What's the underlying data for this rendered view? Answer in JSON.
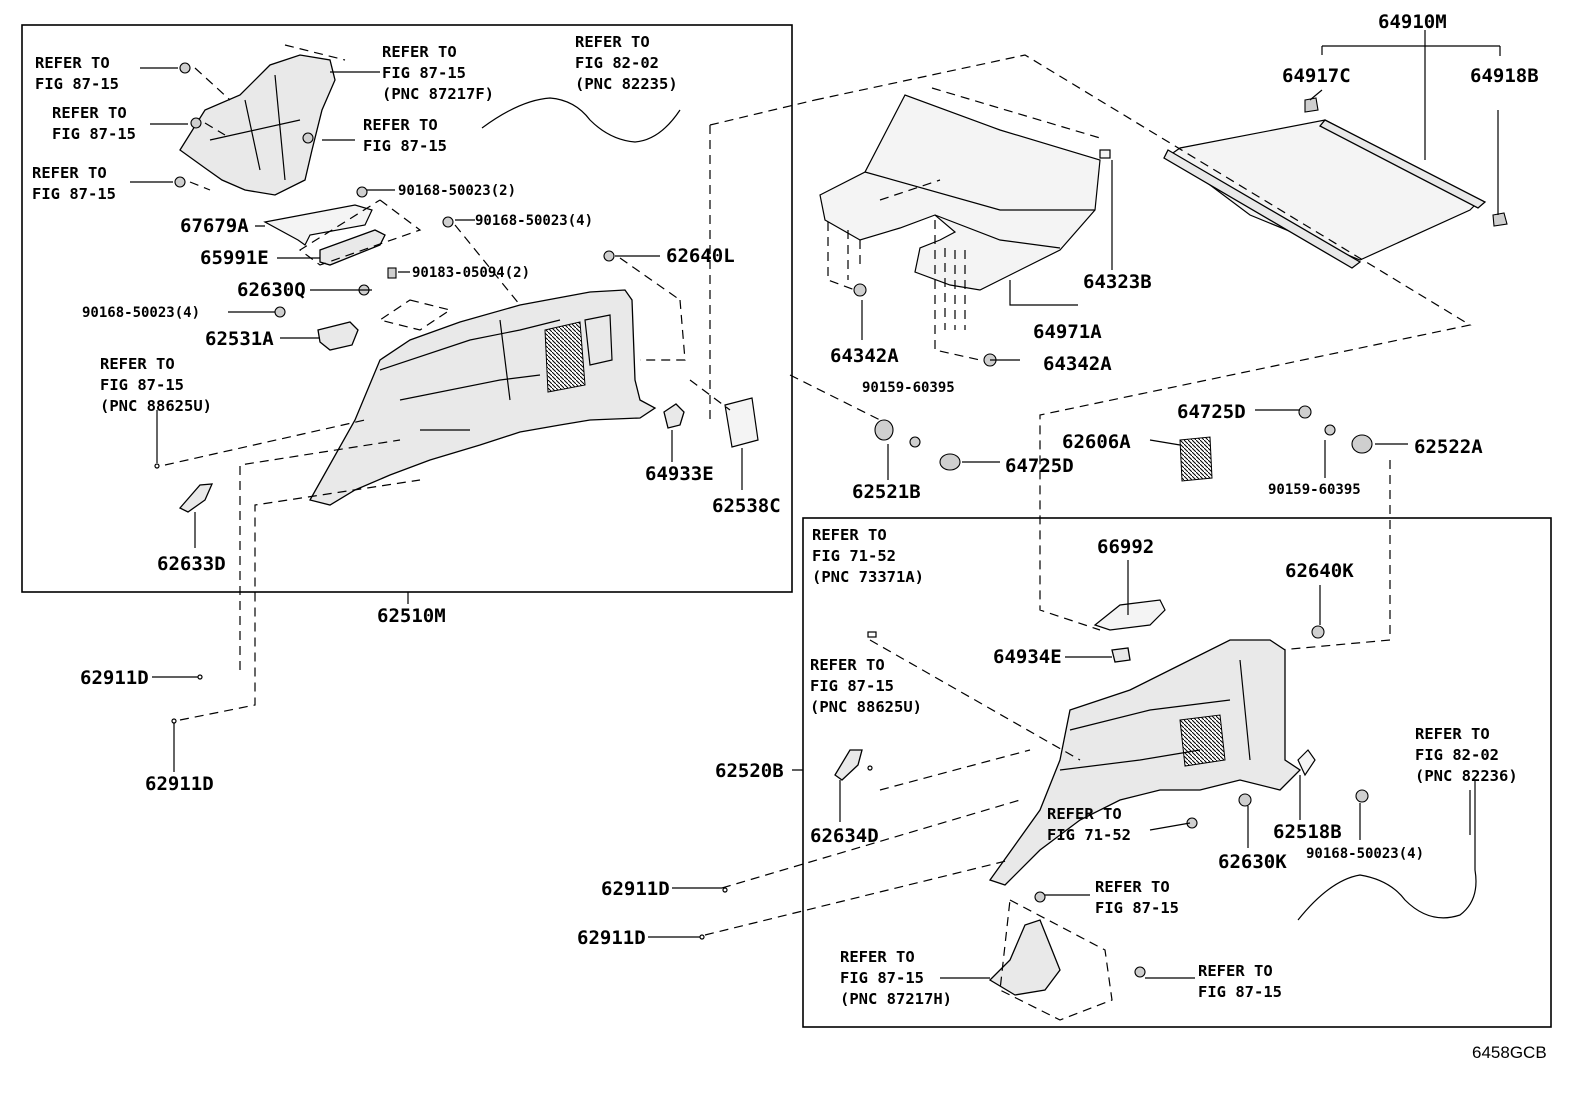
{
  "figure_code": "6458GCB",
  "part_numbers": {
    "p64910M": "64910M",
    "p64917C": "64917C",
    "p64918B": "64918B",
    "p64323B": "64323B",
    "p64971A": "64971A",
    "p64342A_1": "64342A",
    "p64342A_2": "64342A",
    "p90159_60395_1": "90159-60395",
    "p90159_60395_2": "90159-60395",
    "p62521B": "62521B",
    "p64725D_1": "64725D",
    "p64725D_2": "64725D",
    "p62606A": "62606A",
    "p62522A": "62522A",
    "p67679A": "67679A",
    "p65991E": "65991E",
    "p62630Q": "62630Q",
    "p90168_50023_2": "90168-50023(2)",
    "p90168_50023_4a": "90168-50023(4)",
    "p90168_50023_4b": "90168-50023(4)",
    "p90168_50023_4c": "90168-50023(4)",
    "p90183_05094": "90183-05094(2)",
    "p62640L": "62640L",
    "p62531A": "62531A",
    "p64933E": "64933E",
    "p62538C": "62538C",
    "p62633D": "62633D",
    "p62510M": "62510M",
    "p62911D_1": "62911D",
    "p62911D_2": "62911D",
    "p62911D_3": "62911D",
    "p62911D_4": "62911D",
    "p66992": "66992",
    "p62640K": "62640K",
    "p64934E": "64934E",
    "p62520B": "62520B",
    "p62634D": "62634D",
    "p62518B": "62518B",
    "p62630K": "62630K"
  },
  "references": {
    "r1": [
      "REFER TO",
      "FIG 87-15"
    ],
    "r2": [
      "REFER TO",
      "FIG 87-15"
    ],
    "r3": [
      "REFER TO",
      "FIG 87-15"
    ],
    "r4": [
      "REFER TO",
      "FIG 87-15",
      "(PNC 87217F)"
    ],
    "r5": [
      "REFER TO",
      "FIG 87-15"
    ],
    "r6": [
      "REFER TO",
      "FIG 82-02",
      "(PNC 82235)"
    ],
    "r7": [
      "REFER TO",
      "FIG 87-15",
      "(PNC 88625U)"
    ],
    "r8": [
      "REFER TO",
      "FIG 71-52",
      "(PNC 73371A)"
    ],
    "r9": [
      "REFER TO",
      "FIG 87-15",
      "(PNC 88625U)"
    ],
    "r10": [
      "REFER TO",
      "FIG 71-52"
    ],
    "r11": [
      "REFER TO",
      "FIG 82-02",
      "(PNC 82236)"
    ],
    "r12": [
      "REFER TO",
      "FIG 87-15"
    ],
    "r13": [
      "REFER TO",
      "FIG 87-15",
      "(PNC 87217H)"
    ],
    "r14": [
      "REFER TO",
      "FIG 87-15"
    ]
  }
}
